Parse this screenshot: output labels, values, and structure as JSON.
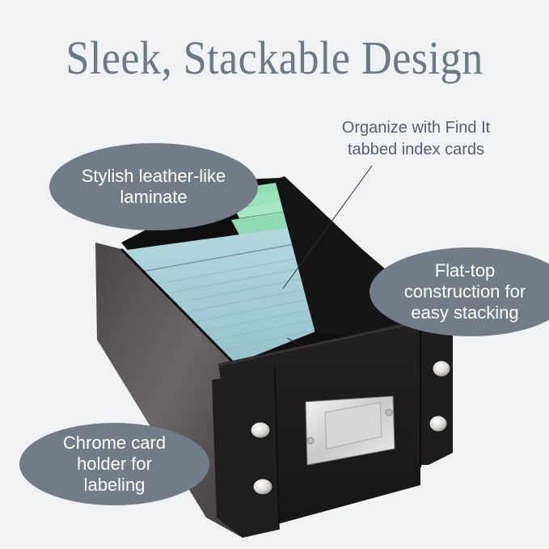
{
  "headline": "Sleek, Stackable Design",
  "annotation": {
    "line1": "Organize with Find It",
    "line2": "tabbed index cards"
  },
  "callouts": {
    "laminate": {
      "line1": "Stylish leather-like",
      "line2": "laminate"
    },
    "flat_top": {
      "line1": "Flat-top",
      "line2": "construction for",
      "line3": "easy stacking"
    },
    "card_holder": {
      "line1": "Chrome card",
      "line2": "holder for",
      "line3": "labeling"
    }
  },
  "colors": {
    "background": "#f1f2f4",
    "bubble": "#717c86",
    "headline": "#6e7883",
    "box": "#1c1b1c",
    "index_card": "#a9cfd8",
    "tab": "#8fdcb4"
  }
}
